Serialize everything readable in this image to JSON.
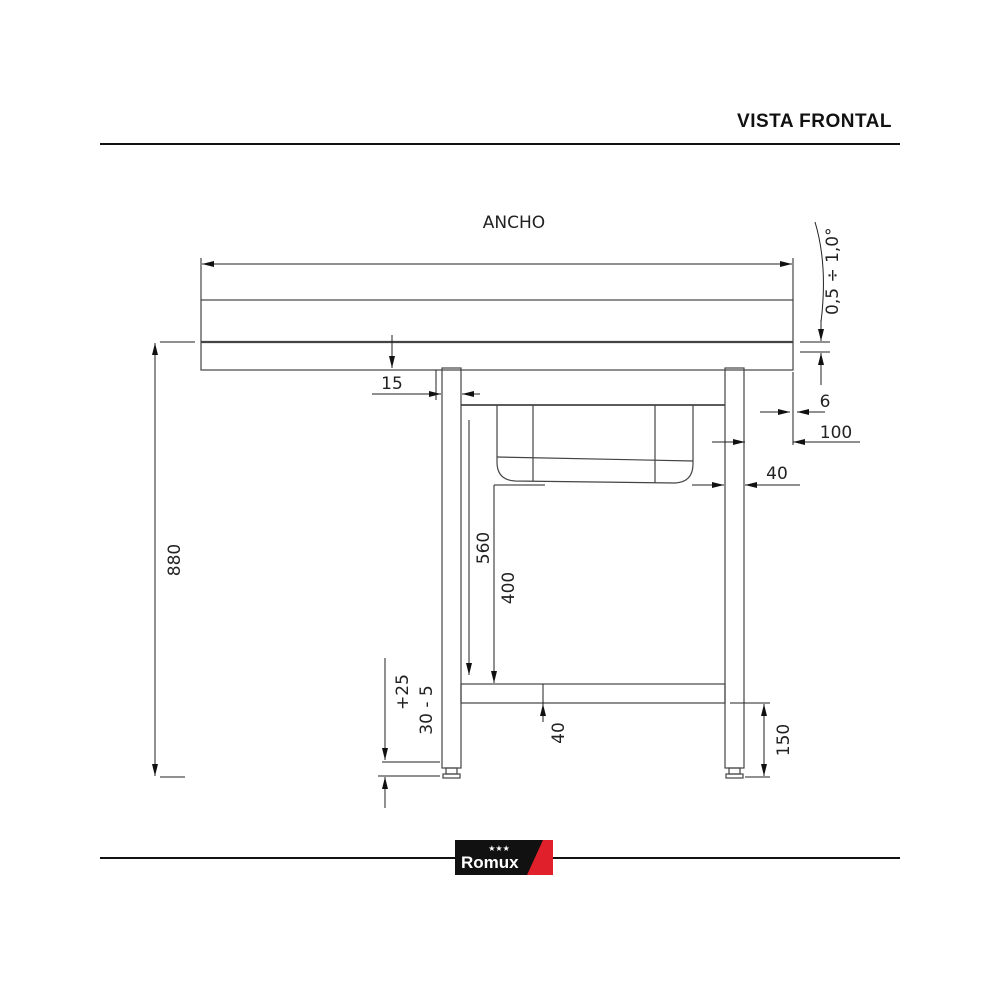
{
  "header": {
    "title": "VISTA FRONTAL"
  },
  "drawing": {
    "width_label": "ANCHO",
    "angle_label": "0,5 ÷ 1,0°",
    "dimensions": {
      "total_height": "880",
      "top_thickness": "15",
      "backsplash": "6",
      "leg_offset_right": "100",
      "leg_width": "40",
      "sink_depth_560": "560",
      "sink_depth_400": "400",
      "shelf_thickness": "40",
      "shelf_height": "150",
      "foot_adjust_plus": "+25",
      "foot_adjust_range": "30 - 5"
    }
  },
  "footer": {
    "logo_text": "Romux",
    "logo_stars": "★★★",
    "colors": {
      "logo_black": "#111111",
      "logo_red": "#e0202a"
    }
  }
}
